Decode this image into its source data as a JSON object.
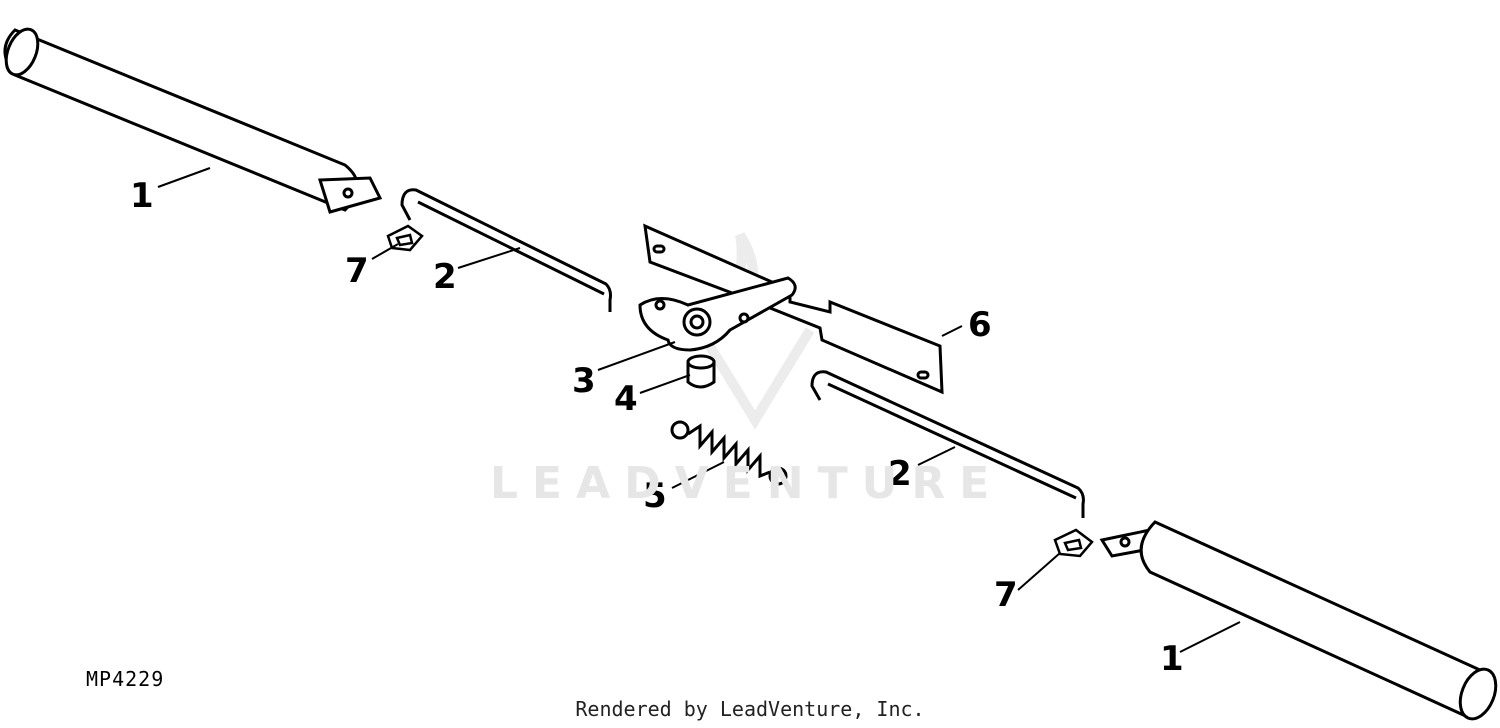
{
  "diagram": {
    "reference_code": "MP4229",
    "credit": "Rendered by LeadVenture, Inc.",
    "watermark_text": "LEADVENTURE",
    "callouts": {
      "rod_left": "1",
      "rod_right": "1",
      "link_left": "2",
      "link_right": "2",
      "lever": "3",
      "spacer": "4",
      "spring": "5",
      "bracket": "6",
      "clip_left": "7",
      "clip_right": "7"
    }
  }
}
